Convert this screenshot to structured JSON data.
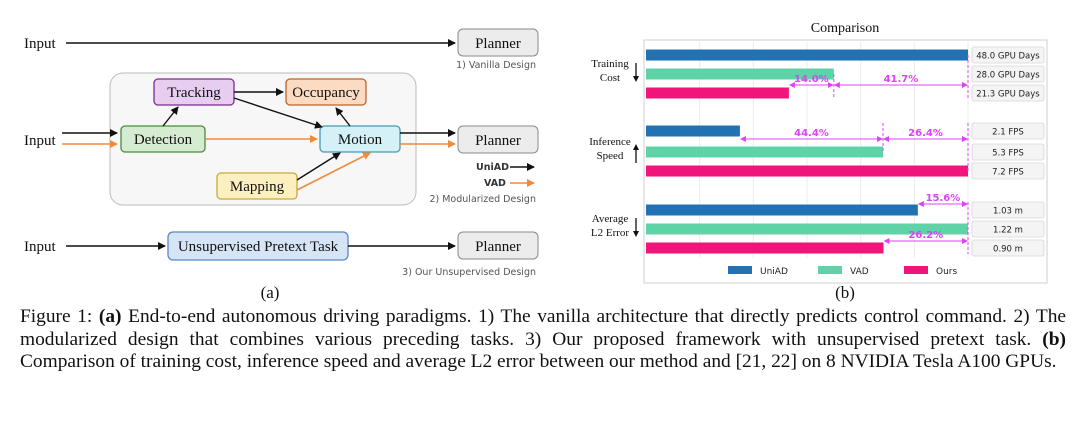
{
  "panel_a": {
    "label": "(a)",
    "input_label": "Input",
    "planner_label": "Planner",
    "design1_caption": "1) Vanilla Design",
    "design2_caption": "2) Modularized Design",
    "design3_caption": "3) Our Unsupervised Design",
    "modules": {
      "tracking": "Tracking",
      "occupancy": "Occupancy",
      "detection": "Detection",
      "motion": "Motion",
      "mapping": "Mapping",
      "pretext": "Unsupervised Pretext Task"
    },
    "legend": {
      "uniad": "UniAD",
      "vad": "VAD"
    },
    "colors": {
      "uniad_arrow": "#111111",
      "vad_arrow": "#f08a3c"
    }
  },
  "panel_b": {
    "label": "(b)"
  },
  "chart_data": {
    "type": "bar",
    "orientation": "horizontal",
    "title": "Comparison",
    "groups": [
      {
        "label_lines": [
          "Training",
          "Cost"
        ],
        "direction": "down",
        "unit_suffix": "GPU Days",
        "values": {
          "UniAD": 48.0,
          "VAD": 28.0,
          "Ours": 21.3
        },
        "value_labels": [
          "48.0 GPU Days",
          "28.0 GPU Days",
          "21.3 GPU Days"
        ],
        "annotations": [
          "14.0%",
          "41.7%"
        ]
      },
      {
        "label_lines": [
          "Inference",
          "Speed"
        ],
        "direction": "up",
        "values": {
          "UniAD": 2.1,
          "VAD": 5.3,
          "Ours": 7.2
        },
        "value_labels": [
          "2.1 FPS",
          "5.3 FPS",
          "7.2 FPS"
        ],
        "annotations": [
          "44.4%",
          "26.4%"
        ]
      },
      {
        "label_lines": [
          "Average",
          "L2 Error"
        ],
        "direction": "down",
        "values": {
          "UniAD": 1.03,
          "VAD": 1.22,
          "Ours": 0.9
        },
        "value_labels": [
          "1.03 m",
          "1.22 m",
          "0.90 m"
        ],
        "annotations": [
          "15.6%",
          "26.2%"
        ]
      }
    ],
    "series": [
      {
        "name": "UniAD",
        "color": "#2271b3"
      },
      {
        "name": "VAD",
        "color": "#5fd3a8"
      },
      {
        "name": "Ours",
        "color": "#f0157a"
      }
    ],
    "annotation_color": "#e040fb",
    "legend_position": "bottom",
    "grid": true
  },
  "caption": {
    "figure_label": "Figure 1:",
    "a_tag": "(a)",
    "a_text": " End-to-end autonomous driving paradigms. 1) The vanilla architecture that directly predicts control command. 2) The modularized design that combines various preceding tasks. 3) Our proposed framework with unsupervised pretext task. ",
    "b_tag": "(b)",
    "b_text": " Comparison of training cost, inference speed and average L2 error between our method and [21, 22] on 8 NVIDIA Tesla A100 GPUs."
  }
}
